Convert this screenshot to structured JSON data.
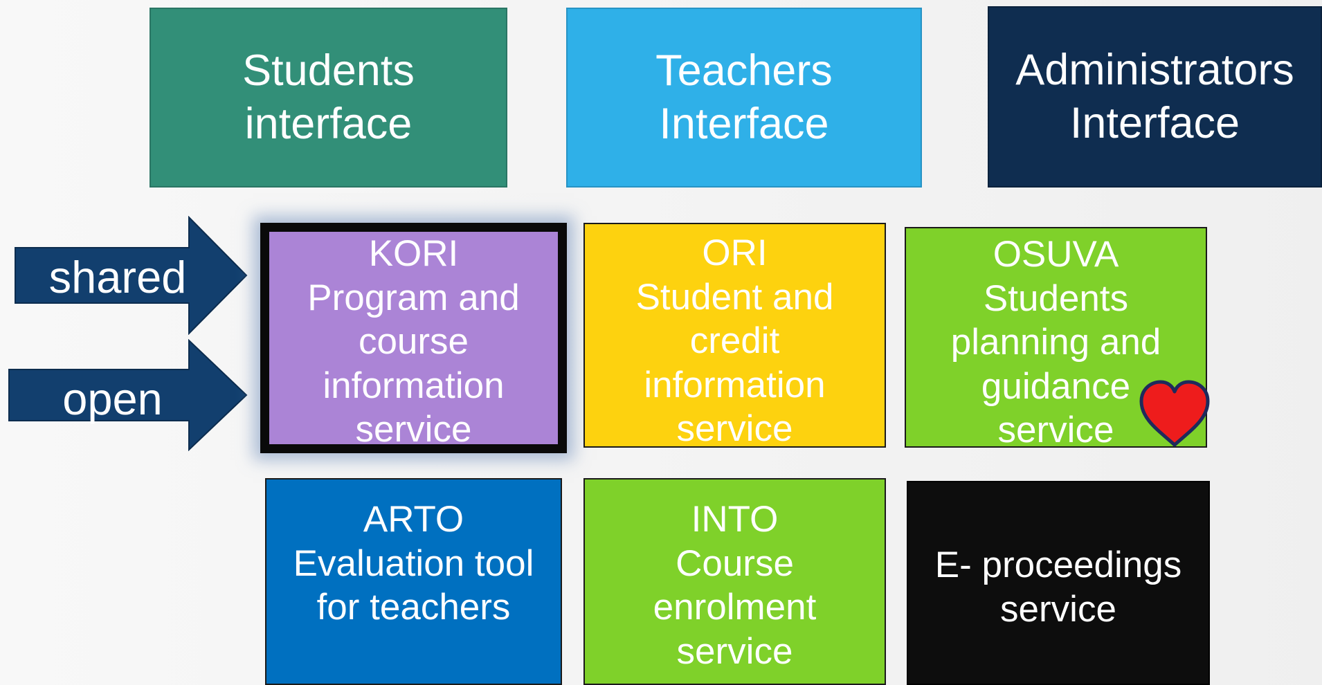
{
  "colors": {
    "students_interface": "#328f78",
    "teachers_interface": "#2fb0e8",
    "admin_interface": "#0f2d50",
    "kori": "#ab84d6",
    "ori": "#fdd20f",
    "osuva": "#7fd12a",
    "arto": "#0070c0",
    "into": "#7fd12a",
    "eproceedings": "#0d0d0d",
    "arrow": "#123f6e",
    "heart": "#ee1c1c"
  },
  "interfaces": {
    "students": {
      "line1": "Students",
      "line2": "interface"
    },
    "teachers": {
      "line1": "Teachers",
      "line2": "Interface"
    },
    "administrators": {
      "line1": "Administrators",
      "line2": "Interface"
    }
  },
  "arrows": {
    "shared": "shared",
    "open": "open"
  },
  "services": {
    "kori": {
      "name": "KORI",
      "lines": [
        "Program and",
        "course",
        "information",
        "service"
      ]
    },
    "ori": {
      "name": "ORI",
      "lines": [
        "Student and",
        "credit",
        "information",
        "service"
      ]
    },
    "osuva": {
      "name": "OSUVA",
      "lines": [
        "Students",
        "planning and",
        "guidance",
        "service"
      ]
    },
    "arto": {
      "name": "ARTO",
      "lines": [
        "Evaluation tool",
        "for teachers"
      ]
    },
    "into": {
      "name": "INTO",
      "lines": [
        "Course",
        "enrolment",
        "service"
      ]
    },
    "eproceedings": {
      "lines": [
        "E- proceedings",
        "service"
      ]
    }
  },
  "icons": {
    "heart": "heart-icon",
    "arrow": "arrow-right-icon"
  }
}
